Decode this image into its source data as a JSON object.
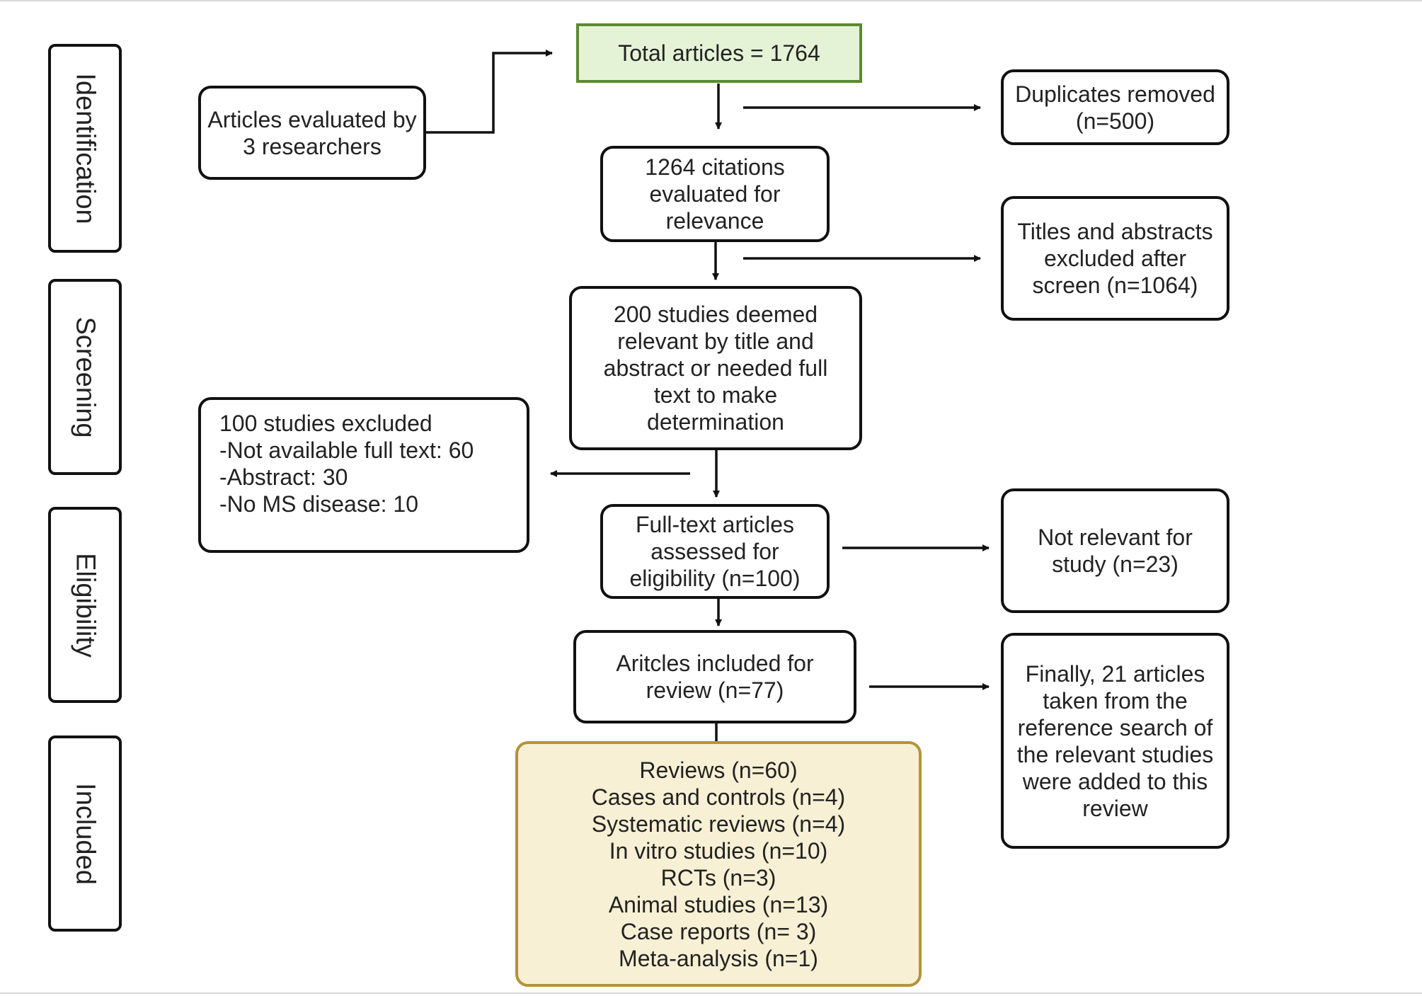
{
  "phases": {
    "identification": "Identification",
    "screening": "Screening",
    "eligibility": "Eligibility",
    "included": "Included"
  },
  "boxes": {
    "total": [
      "Total articles = 1764"
    ],
    "researchers": [
      "Articles evaluated by",
      "3 researchers"
    ],
    "duplicates": [
      "Duplicates removed",
      "(n=500)"
    ],
    "citations": [
      "1264 citations",
      "evaluated for",
      "relevance"
    ],
    "titles_excluded": [
      "Titles and abstracts",
      "excluded after",
      "screen (n=1064)"
    ],
    "relevant": [
      "200 studies deemed",
      "relevant by title and",
      "abstract or needed full",
      "text to make",
      "determination"
    ],
    "excluded100": [
      "100 studies excluded",
      "-Not available full text:  60",
      "-Abstract: 30",
      "-No MS disease: 10"
    ],
    "fulltext": [
      "Full-text articles",
      "assessed for",
      "eligibility (n=100)"
    ],
    "not_relevant": [
      "Not relevant for",
      "study (n=23)"
    ],
    "included_review": [
      "Aritcles included for",
      "review (n=77)"
    ],
    "finally": [
      "Finally, 21 articles",
      "taken from the",
      "reference search of",
      "the relevant studies",
      "were added to this",
      "review"
    ],
    "results": [
      "Reviews (n=60)",
      "Cases and controls (n=4)",
      "Systematic reviews (n=4)",
      "In vitro studies (n=10)",
      "RCTs (n=3)",
      "Animal studies (n=13)",
      "Case reports (n= 3)",
      "Meta-analysis (n=1)"
    ]
  },
  "colors": {
    "stroke": "#111111",
    "green_fill": "#e4f3d6",
    "green_border": "#5b8a2e",
    "yellow_fill": "#f7f0d4",
    "yellow_border": "#b49338"
  }
}
